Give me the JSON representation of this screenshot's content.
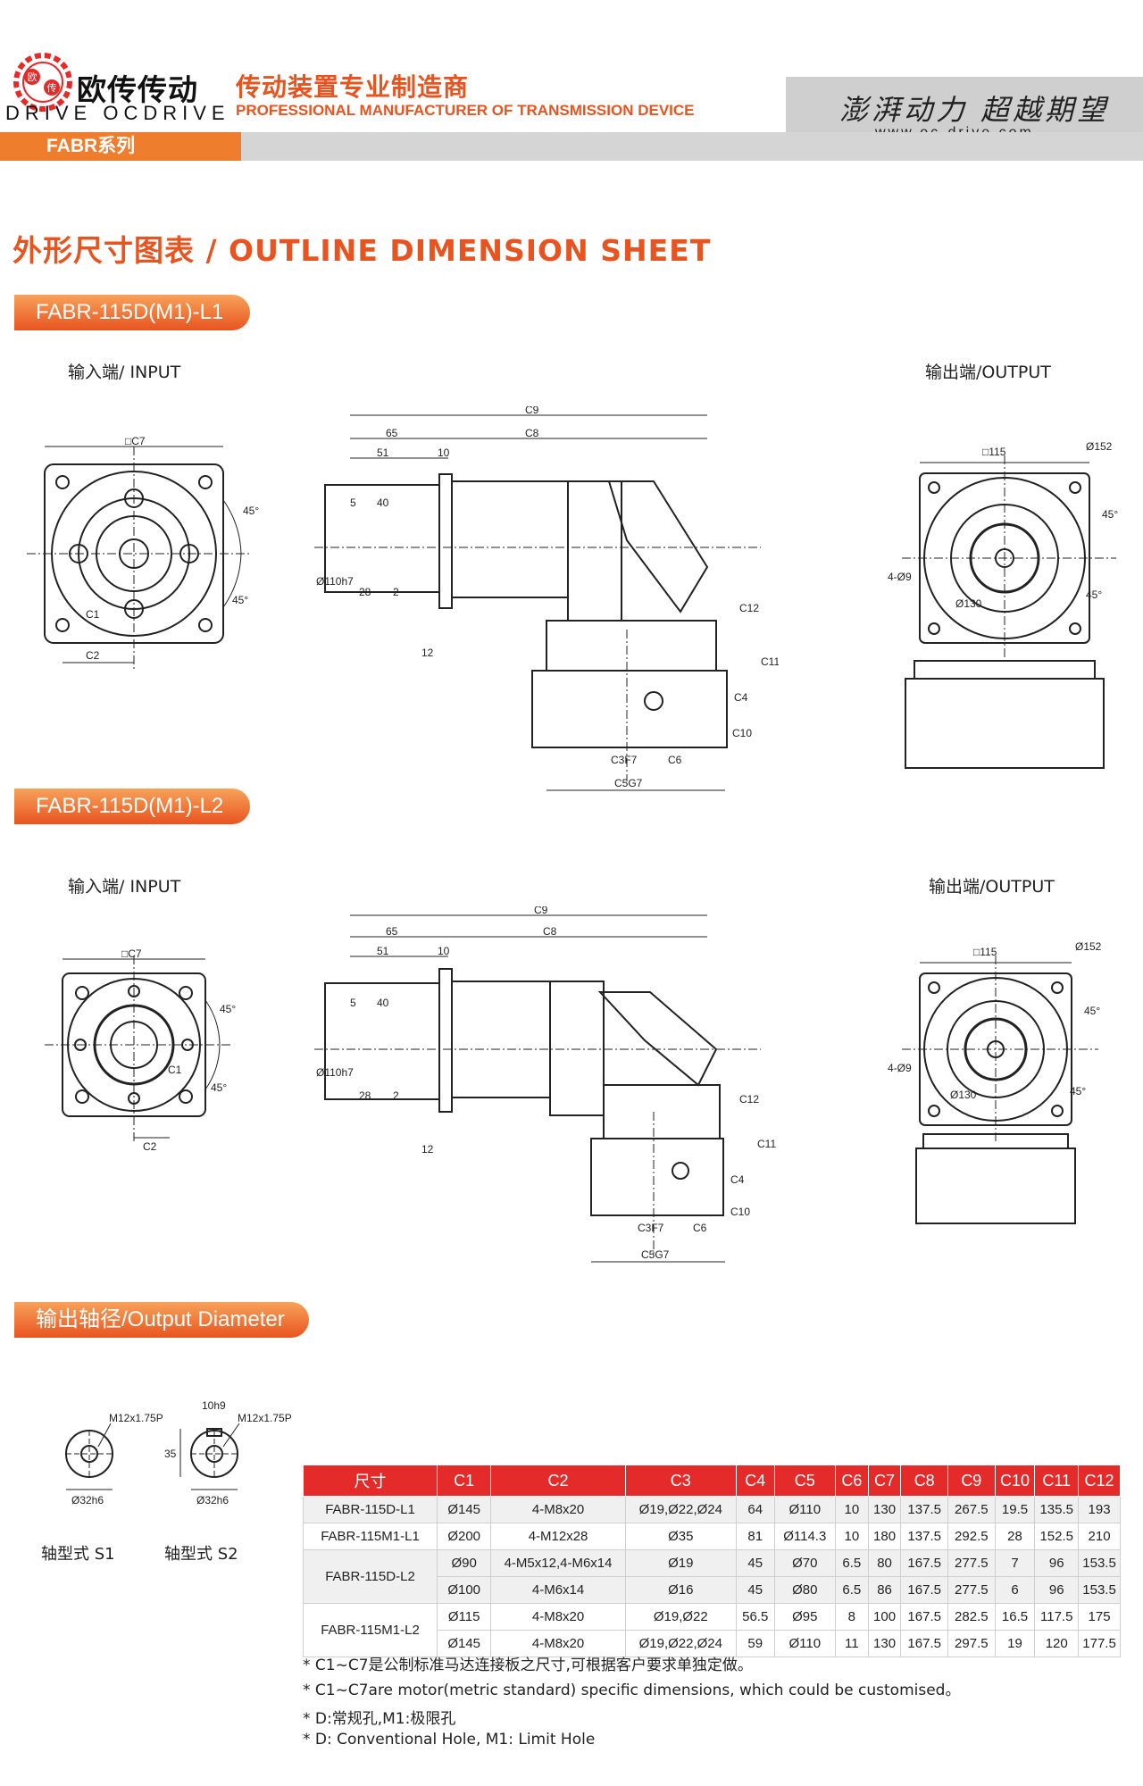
{
  "header": {
    "brand_cn": "欧传传动",
    "brand_en": "OCDRIVE",
    "logo_text": "DRIVE",
    "logo_chars": [
      "欧",
      "传"
    ],
    "tagline_cn": "传动装置专业制造商",
    "tagline_en": "PROFESSIONAL MANUFACTURER OF TRANSMISSION DEVICE",
    "slogan": "澎湃动力 超越期望",
    "website": "www.oc-drive.com",
    "series_tab": "FABR系列",
    "accent_color": "#e8541f",
    "tab_color": "#ef7d2e"
  },
  "page_title": "外形尺寸图表 / OUTLINE DIMENSION SHEET",
  "sections": [
    {
      "name": "FABR-115D(M1)-L1",
      "input_label": "输入端/ INPUT",
      "output_label": "输出端/OUTPUT",
      "input_dims": [
        "□C7",
        "45°",
        "45°",
        "C1",
        "C2"
      ],
      "side_dims": [
        "C9",
        "65",
        "C8",
        "51",
        "10",
        "5",
        "40",
        "Ø110h7",
        "28",
        "2",
        "12",
        "C12",
        "C11",
        "C4",
        "C10",
        "C3F7",
        "C6",
        "C5G7"
      ],
      "output_dims": [
        "□115",
        "Ø152",
        "45°",
        "4-Ø9",
        "Ø130",
        "45°"
      ]
    },
    {
      "name": "FABR-115D(M1)-L2",
      "input_label": "输入端/ INPUT",
      "output_label": "输出端/OUTPUT",
      "input_dims": [
        "□C7",
        "45°",
        "C1",
        "45°",
        "C2"
      ],
      "side_dims": [
        "C9",
        "65",
        "C8",
        "51",
        "10",
        "5",
        "40",
        "Ø110h7",
        "28",
        "2",
        "12",
        "C12",
        "C11",
        "C4",
        "C10",
        "C3F7",
        "C6",
        "C5G7"
      ],
      "output_dims": [
        "□115",
        "Ø152",
        "45°",
        "4-Ø9",
        "Ø130",
        "45°"
      ]
    }
  ],
  "output_diameter": {
    "title": "输出轴径/Output Diameter",
    "s1": {
      "label": "轴型式 S1",
      "thread": "M12x1.75P",
      "dia": "Ø32h6"
    },
    "s2": {
      "label": "轴型式 S2",
      "thread": "M12x1.75P",
      "key": "10h9",
      "height": "35",
      "dia": "Ø32h6"
    }
  },
  "table": {
    "headers": [
      "尺寸",
      "C1",
      "C2",
      "C3",
      "C4",
      "C5",
      "C6",
      "C7",
      "C8",
      "C9",
      "C10",
      "C11",
      "C12"
    ],
    "rows": [
      {
        "model": "FABR-115D-L1",
        "cells": [
          "Ø145",
          "4-M8x20",
          "Ø19,Ø22,Ø24",
          "64",
          "Ø110",
          "10",
          "130",
          "137.5",
          "267.5",
          "19.5",
          "135.5",
          "193"
        ]
      },
      {
        "model": "FABR-115M1-L1",
        "cells": [
          "Ø200",
          "4-M12x28",
          "Ø35",
          "81",
          "Ø114.3",
          "10",
          "180",
          "137.5",
          "292.5",
          "28",
          "152.5",
          "210"
        ]
      },
      {
        "model": "FABR-115D-L2",
        "cells": [
          "Ø90",
          "4-M5x12,4-M6x14",
          "Ø19",
          "45",
          "Ø70",
          "6.5",
          "80",
          "167.5",
          "277.5",
          "7",
          "96",
          "153.5"
        ]
      },
      {
        "model": "",
        "cells": [
          "Ø100",
          "4-M6x14",
          "Ø16",
          "45",
          "Ø80",
          "6.5",
          "86",
          "167.5",
          "277.5",
          "6",
          "96",
          "153.5"
        ]
      },
      {
        "model": "FABR-115M1-L2",
        "cells": [
          "Ø115",
          "4-M8x20",
          "Ø19,Ø22",
          "56.5",
          "Ø95",
          "8",
          "100",
          "167.5",
          "282.5",
          "16.5",
          "117.5",
          "175"
        ]
      },
      {
        "model": "",
        "cells": [
          "Ø145",
          "4-M8x20",
          "Ø19,Ø22,Ø24",
          "59",
          "Ø110",
          "11",
          "130",
          "167.5",
          "297.5",
          "19",
          "120",
          "177.5"
        ]
      }
    ],
    "header_color": "#e52a2a"
  },
  "notes": [
    "* C1~C7是公制标准马达连接板之尺寸,可根据客户要求单独定做。",
    "* C1~C7are motor(metric standard)  specific dimensions, which could be customised。",
    "* D:常规孔,M1:极限孔",
    "* D: Conventional Hole, M1: Limit Hole"
  ]
}
